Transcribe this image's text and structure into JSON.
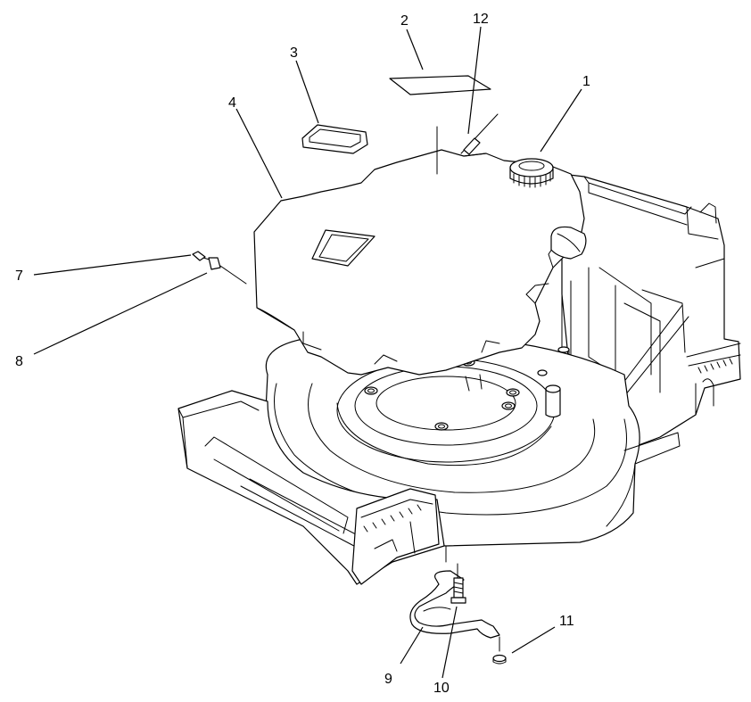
{
  "callouts": {
    "c1": "1",
    "c2": "2",
    "c3": "3",
    "c4": "4",
    "c7": "7",
    "c8": "8",
    "c9": "9",
    "c10": "10",
    "c11": "11",
    "c12": "12"
  },
  "colors": {
    "line": "#000000",
    "background": "#ffffff"
  }
}
